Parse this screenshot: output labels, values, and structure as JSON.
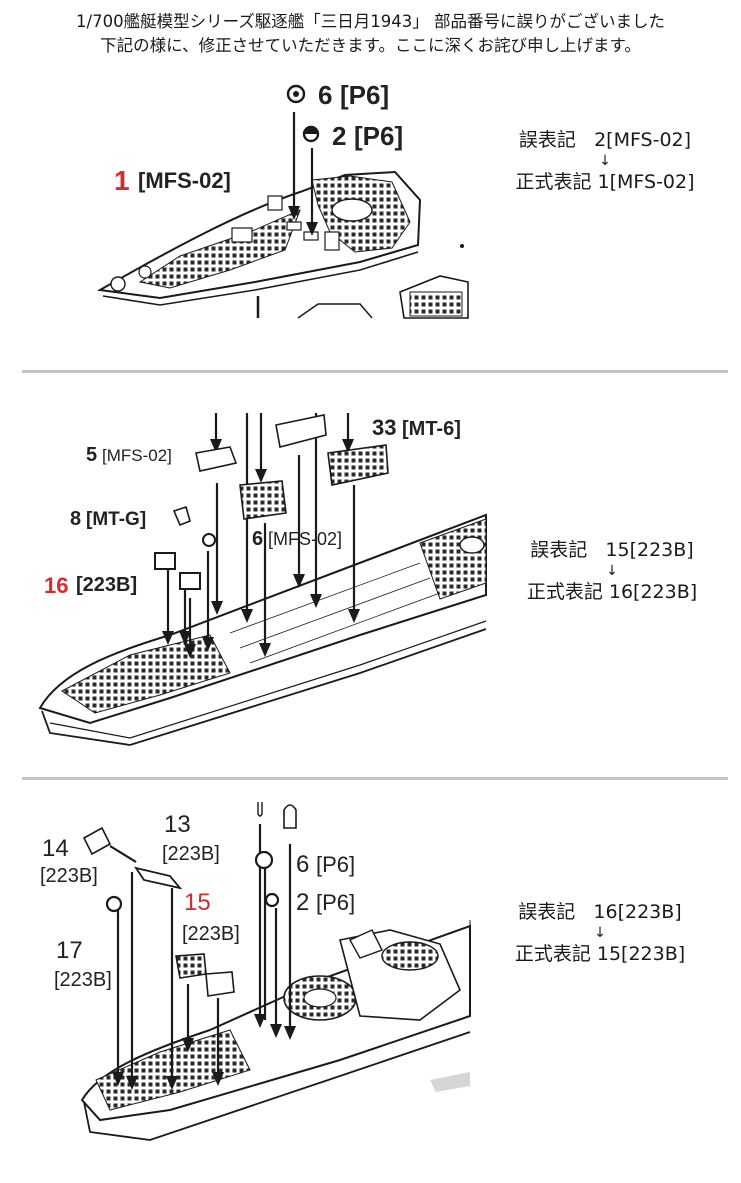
{
  "header": {
    "line1": "1/700艦艇模型シリーズ駆逐艦「三日月1943」 部品番号に誤りがございました",
    "line2": "下記の様に、修正させていただきます。ここに深くお詫び申し上げます。"
  },
  "colors": {
    "highlight": "#d52b2b",
    "divider": "#c4c4c4",
    "line": "#1a1a1a"
  },
  "panels": [
    {
      "labels": {
        "p6a": "6",
        "p6a_code": "[P6]",
        "p2": "2",
        "p2_code": "[P6]",
        "p1": "1",
        "p1_code": "[MFS-02]"
      },
      "correction": {
        "wrong_label": "誤表記",
        "wrong_value": "2[MFS-02]",
        "arrow": "↓",
        "right_label": "正式表記",
        "right_value": "1[MFS-02]"
      }
    },
    {
      "labels": {
        "p5": "5",
        "p5_code": "[MFS-02]",
        "p33": "33",
        "p33_code": "[MT-6]",
        "p8": "8",
        "p8_code": "[MT-G]",
        "p6": "6",
        "p6_code": "[MFS-02]",
        "p16": "16",
        "p16_code": "[223B]"
      },
      "correction": {
        "wrong_label": "誤表記",
        "wrong_value": "15[223B]",
        "arrow": "↓",
        "right_label": "正式表記",
        "right_value": "16[223B]"
      }
    },
    {
      "labels": {
        "p14": "14",
        "p14_code": "[223B]",
        "p13": "13",
        "p13_code": "[223B]",
        "p15": "15",
        "p15_code": "[223B]",
        "p17": "17",
        "p17_code": "[223B]",
        "p6": "6",
        "p6_code": "[P6]",
        "p2": "2",
        "p2_code": "[P6]"
      },
      "correction": {
        "wrong_label": "誤表記",
        "wrong_value": "16[223B]",
        "arrow": "↓",
        "right_label": "正式表記",
        "right_value": "15[223B]"
      }
    }
  ]
}
